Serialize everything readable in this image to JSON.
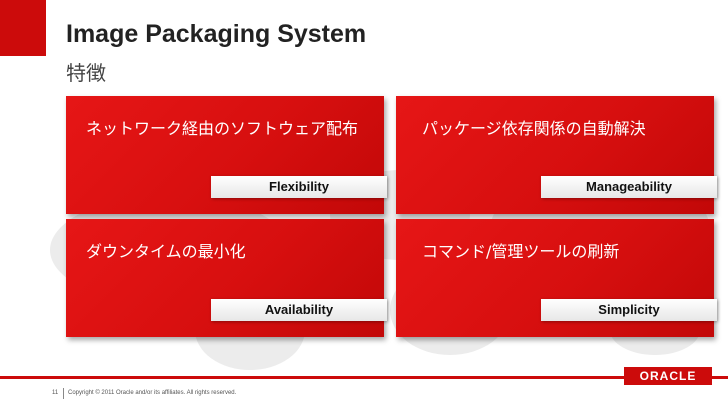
{
  "header": {
    "title": "Image Packaging System",
    "subtitle": "特徴"
  },
  "tiles": [
    {
      "text": "ネットワーク経由のソフトウェア配布",
      "tag": "Flexibility"
    },
    {
      "text": "パッケージ依存関係の自動解決",
      "tag": "Manageability"
    },
    {
      "text": "ダウンタイムの最小化",
      "tag": "Availability"
    },
    {
      "text": "コマンド/管理ツールの刷新",
      "tag": "Simplicity"
    }
  ],
  "footer": {
    "page_number": "11",
    "copyright": "Copyright © 2011 Oracle and/or its affiliates. All rights reserved.",
    "logo": "ORACLE"
  },
  "colors": {
    "accent_red": "#cc0b0b",
    "tile_red": "#d70f0f",
    "tag_background": "#ffffff"
  }
}
